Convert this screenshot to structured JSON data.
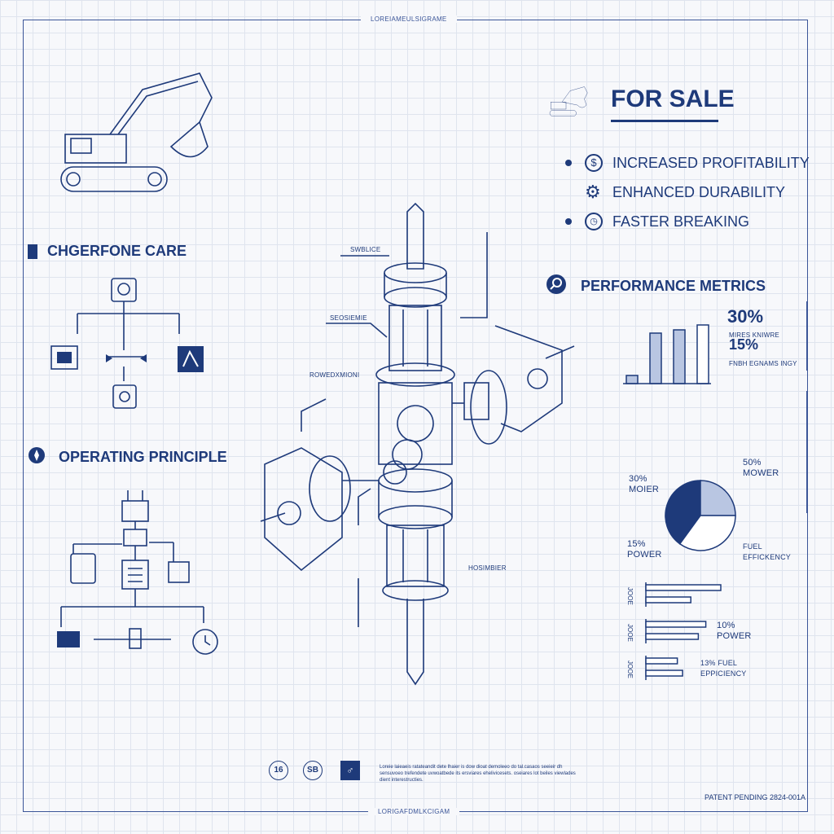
{
  "header": {
    "top_caption": "LOREIAMEULSIGRAME",
    "bottom_caption": "LORIGAFDMLKCIGAM"
  },
  "sale": {
    "title": "FOR SALE",
    "features": [
      {
        "icon": "dollar-icon",
        "label": "INCREASED PROFITABILITY"
      },
      {
        "icon": "gear-icon",
        "label": "ENHANCED DURABILITY"
      },
      {
        "icon": "stopwatch-icon",
        "label": "FASTER BREAKING"
      }
    ]
  },
  "left": {
    "section1": "CHGERFONE CARE",
    "section2": "OPERATING PRINCIPLE"
  },
  "callouts": [
    "SWBLICE",
    "SEOSIEMIE",
    "ROWEDXMIONI",
    "HOSIMBIER"
  ],
  "metrics": {
    "title": "PERFORMANCE METRICS",
    "big1": "30%",
    "label1": "MIRES KNIWRE",
    "big2": "15%",
    "label2": "FNBH EGNAMS INGY"
  },
  "chart_data": [
    {
      "type": "bar",
      "values": [
        0.1,
        0.62,
        0.66,
        0.72
      ],
      "categories": []
    },
    {
      "type": "pie",
      "slices": [
        {
          "label": "30% MOIER",
          "value": 40,
          "color": "#1e3a7a"
        },
        {
          "label": "50% MOWER",
          "value": 25,
          "color": "#b9c6e2"
        },
        {
          "label": "FUEL EFFICKENCY",
          "value": 35,
          "color": "#ffffff"
        }
      ],
      "extra_label": "15% POWER"
    },
    {
      "type": "bar",
      "orientation": "horizontal",
      "groups": [
        {
          "label": "JOOE",
          "values": [
            1.0,
            0.6
          ]
        },
        {
          "label": "JOOE",
          "values": [
            0.8,
            0.7
          ],
          "note": "10% POWER"
        },
        {
          "label": "JOOE",
          "values": [
            0.42,
            0.49
          ],
          "note": "13% FUEL EPPICIENCY"
        }
      ]
    }
  ],
  "footer": {
    "badges": [
      "16",
      "SB"
    ],
    "body": "Loreie laieaeis ratateandit dete lhaier is dow dioat demoleeo do tal.casaos seeieir dh sensuvoeo trefendete uvwoatbede its ersviares ehelivicesets. oseiares lot beiles viewlades dient interestructies.",
    "patent": "PATENT PENDING 2824-001A"
  }
}
